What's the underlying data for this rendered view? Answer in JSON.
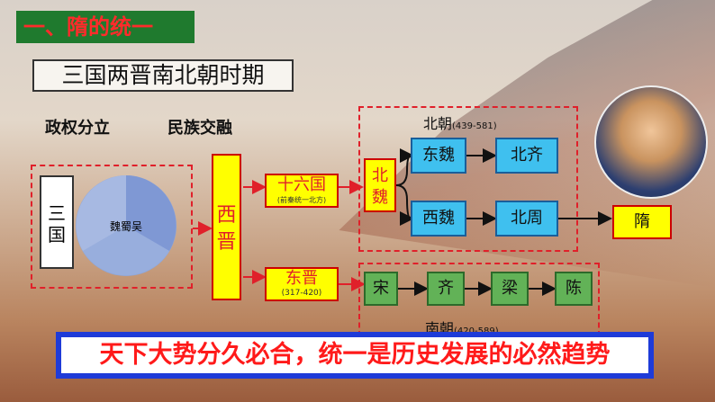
{
  "title": "一、隋的统一",
  "subtitle": "三国两晋南北朝时期",
  "labels": {
    "left": "政权分立",
    "right": "民族交融"
  },
  "sanguo": {
    "label": "三国",
    "pie": "魏蜀吴"
  },
  "xijin": "西晋",
  "shiliuguo": {
    "label": "十六国",
    "note": "(前秦统一北方)"
  },
  "dongjin": {
    "label": "东晋",
    "years": "(317-420)"
  },
  "beiwei": "北魏",
  "beichao": {
    "label": "北朝",
    "years": "(439-581)"
  },
  "nanchao": {
    "label": "南朝",
    "years": "(420-589)"
  },
  "north": {
    "dongwei": "东魏",
    "beiqi": "北齐",
    "xiwei": "西魏",
    "beizhou": "北周"
  },
  "south": [
    "宋",
    "齐",
    "梁",
    "陈"
  ],
  "sui": "隋",
  "banner": "天下大势分久必合，统一是历史发展的必然趋势",
  "colors": {
    "title_bg": "#1f7a2e",
    "title_text": "#ff2b2b",
    "yellow": "#ffff00",
    "blue": "#3fc0ef",
    "green": "#62b257",
    "banner_border": "#1e3bd8"
  }
}
